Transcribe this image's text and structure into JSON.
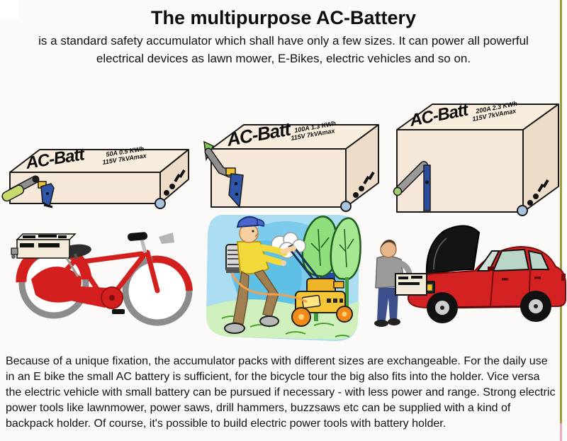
{
  "header": {
    "title": "The multipurpose AC-Battery",
    "subtitle_lines": [
      "is a standard safety accumulator which shall have only a few sizes. It can power all powerful",
      "electrical devices as lawn mower, E-Bikes, electric vehicles and so on."
    ]
  },
  "batteries": [
    {
      "size": "small",
      "label": "AC-Batt",
      "spec_line1": "50A  0.5 KWh",
      "spec_line2": "115V 7kVAmax"
    },
    {
      "size": "medium",
      "label": "AC-Batt",
      "spec_line1": "100A  1.3 KWh",
      "spec_line2": "115V 7kVAmax"
    },
    {
      "size": "large",
      "label": "AC-Batt",
      "spec_line1": "200A  2.3 KWh",
      "spec_line2": "115V 7kVAmax"
    }
  ],
  "illustrations": [
    {
      "name": "e-bike-with-battery-pack"
    },
    {
      "name": "man-mowing-lawn-with-backpack-battery"
    },
    {
      "name": "electric-car-battery-swap"
    }
  ],
  "footer": {
    "paragraph": "Because of a unique fixation, the accumulator packs with different sizes are exchangeable. For the daily use in an E bike the small AC battery is sufficient, for the bicycle tour the big also fits into the holder. Vice versa the electric vehicle with small battery can be pursued if necessary - with less power and range. Strong electric power tools like lawnmower, power saws, drill hammers, buzzsaws etc can be supplied with a kind of backpack holder. Of course, it's possible to build electric power tools with battery holder."
  },
  "colors": {
    "battery_face": "#f6e8d8",
    "battery_top": "#f9eedd",
    "battery_side": "#ecdcc8",
    "accent_red": "#d42020",
    "edge_line": "#9c9c3a",
    "edge_line_bottom": "#f0a9c4"
  }
}
